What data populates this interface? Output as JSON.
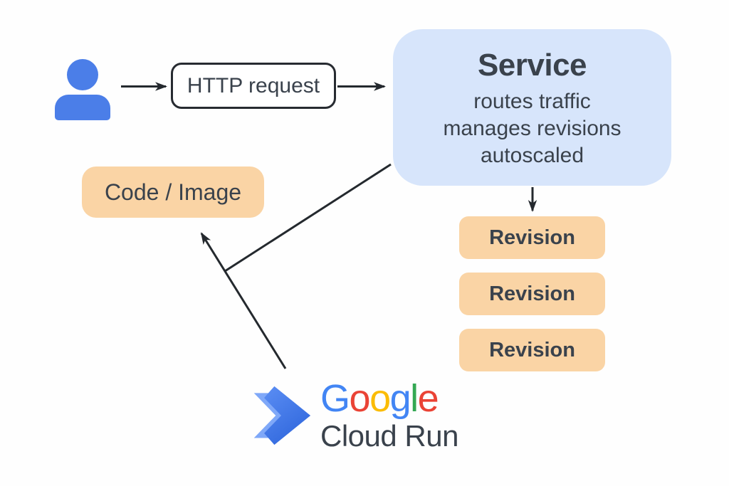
{
  "colors": {
    "background": "#fefefe",
    "arrow": "#24292e",
    "text_dark": "#3a424c",
    "user_blue": "#4b7ee8",
    "service_fill": "#d7e5fb",
    "box_orange": "#fad4a5",
    "http_border": "#272b31",
    "http_fill": "#ffffff",
    "chevron_light": "#7fa8f8",
    "chevron_dark_top": "#5b8ef4",
    "chevron_dark_bottom": "#3168dd"
  },
  "nodes": {
    "http_request": {
      "label": "HTTP request"
    },
    "service": {
      "title": "Service",
      "description_lines": [
        "routes traffic",
        "manages revisions",
        "autoscaled"
      ]
    },
    "code_image": {
      "label": "Code / Image"
    },
    "revisions": [
      {
        "label": "Revision"
      },
      {
        "label": "Revision"
      },
      {
        "label": "Revision"
      }
    ],
    "logo": {
      "brand_letters": [
        {
          "char": "G",
          "color": "#4285f4"
        },
        {
          "char": "o",
          "color": "#ea4335"
        },
        {
          "char": "o",
          "color": "#fbbc05"
        },
        {
          "char": "g",
          "color": "#4285f4"
        },
        {
          "char": "l",
          "color": "#34a853"
        },
        {
          "char": "e",
          "color": "#ea4335"
        }
      ],
      "product_name": "Cloud Run"
    }
  }
}
